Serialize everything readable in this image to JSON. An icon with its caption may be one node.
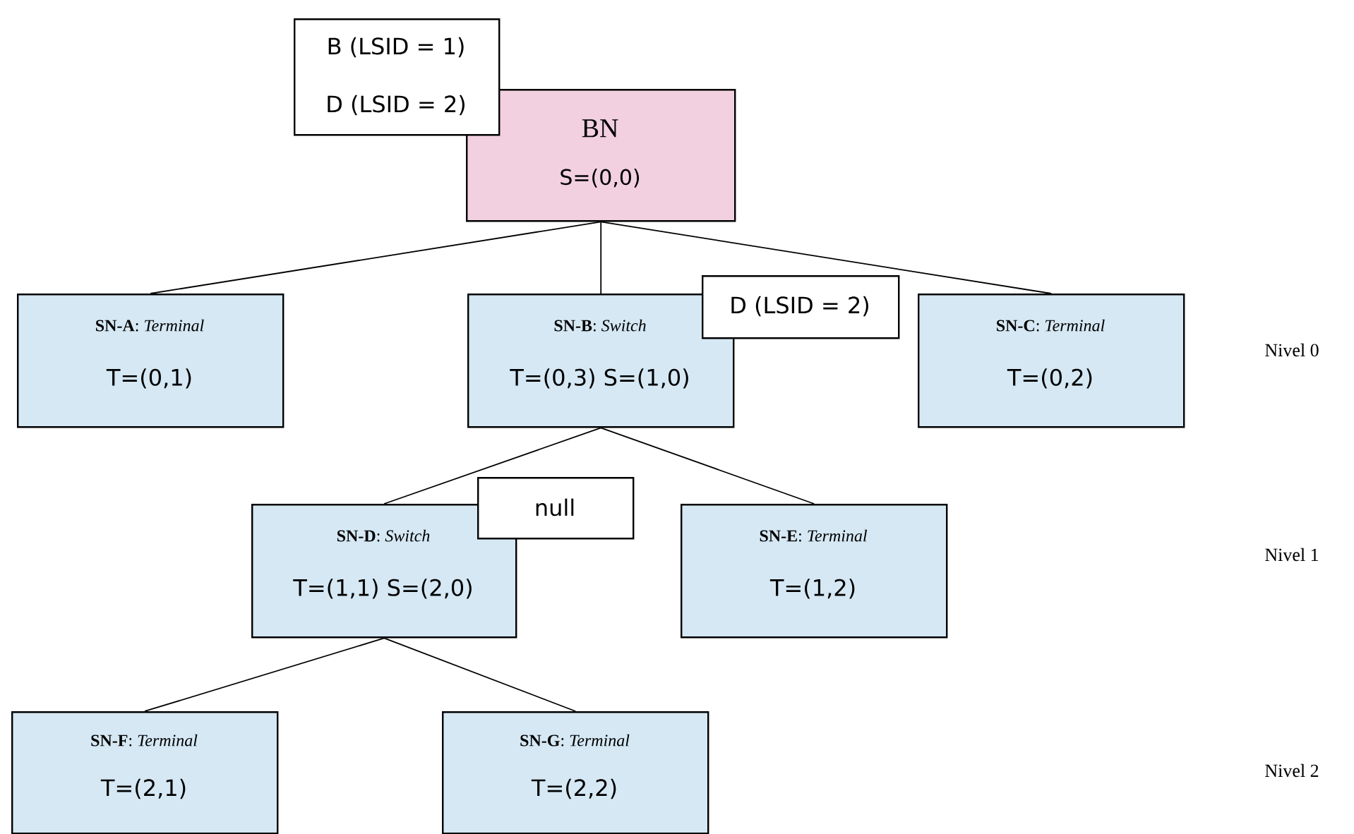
{
  "diagram": {
    "nodes": [
      {
        "text": [
          "BN",
          "S=(0,0)"
        ]
      },
      {
        "text": [
          "**SN-A**: *Terminal*",
          "T=(0,1)"
        ]
      },
      {
        "text": [
          "**SN-B**: *Switch*",
          "T=(0,3) S=(1,0)"
        ]
      },
      {
        "text": [
          "**SN-C**: *Terminal*",
          "T=(0,2)"
        ]
      },
      {
        "text": [
          "**SN-D**: *Switch*",
          "T=(1,1) S=(2,0)"
        ]
      },
      {
        "text": [
          "**SN-E**: *Terminal*",
          "T=(1,2)"
        ]
      },
      {
        "text": [
          "**SN-F**: *Terminal*",
          "T=(2,1)"
        ]
      },
      {
        "text": [
          "**SN-G**: *Terminal*",
          "T=(2,2)"
        ]
      },
      {
        "text": [
          "B (LSID = 1)",
          "D (LSID = 2)"
        ]
      },
      {
        "text": [
          "D (LSID = 2)"
        ]
      },
      {
        "text": [
          "null"
        ]
      }
    ],
    "edges": [
      {
        "from": 0,
        "to": 1,
        "arrow": "none"
      },
      {
        "from": 0,
        "to": 2,
        "arrow": "none"
      },
      {
        "from": 0,
        "to": 3,
        "arrow": "none"
      },
      {
        "from": 2,
        "to": 4,
        "arrow": "none"
      },
      {
        "from": 2,
        "to": 5,
        "arrow": "none"
      },
      {
        "from": 4,
        "to": 6,
        "arrow": "none"
      },
      {
        "from": 4,
        "to": 7,
        "arrow": "none"
      }
    ],
    "labels": [
      "Nivel 0",
      "Nivel 1",
      "Nivel 2"
    ]
  }
}
